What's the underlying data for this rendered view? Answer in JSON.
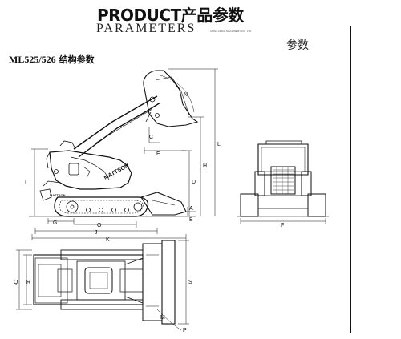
{
  "header": {
    "title_en": "PRODUCT",
    "title_cn": "产品参数",
    "subtitle": "PARAMETERS",
    "company": "CHINA LIRGO MACHINERY CO., LTD"
  },
  "model_heading": {
    "model": "ML525/526",
    "label_cn": "结构参数"
  },
  "right_fragment": "参数",
  "machine_text": {
    "brand": "MATTSON",
    "brand_small": "MATTSON"
  },
  "dimension_labels": {
    "side_view": [
      "N",
      "C",
      "E",
      "L",
      "H",
      "D",
      "I",
      "G",
      "A",
      "B",
      "O",
      "J",
      "K"
    ],
    "front_view": [
      "F"
    ],
    "top_view": [
      "Q",
      "R",
      "S",
      "M",
      "P"
    ]
  },
  "colors": {
    "ink": "#111111",
    "background": "#ffffff"
  }
}
